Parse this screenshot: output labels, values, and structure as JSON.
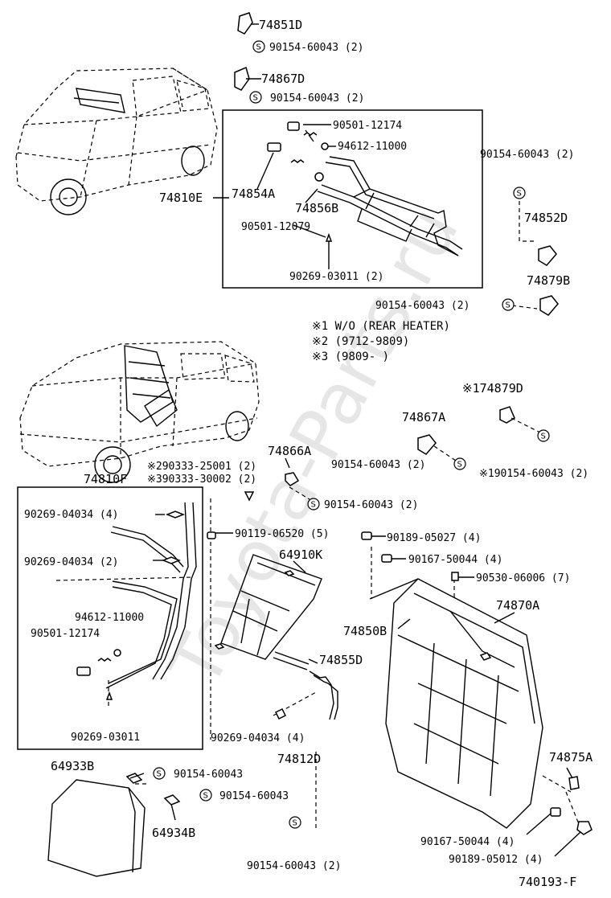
{
  "watermark": "Toyota-Parts.ru",
  "screw_symbol": "S",
  "footer_code": "740193-F",
  "notes": [
    "※1 W/O (REAR HEATER)",
    "※2 (9712-9809)",
    "※3 (9809-      )"
  ],
  "labels": {
    "p74851D": "74851D",
    "p90154_a": "90154-60043 (2)",
    "p74867D": "74867D",
    "p90154_b": "90154-60043 (2)",
    "p90501_a": "90501-12174",
    "p94612_a": "94612-11000",
    "p74854A": "74854A",
    "p74810E": "74810E",
    "p74856B": "74856B",
    "p90501_b": "90501-12079",
    "p90269_a": "90269-03011 (2)",
    "p90154_c": "90154-60043 (2)",
    "p74852D": "74852D",
    "p74879B": "74879B",
    "p90154_d": "90154-60043 (2)",
    "p74879D": "※174879D",
    "p74867A": "74867A",
    "p74866A": "74866A",
    "p90154_e": "90154-60043 (2)",
    "p90154_f": "※190154-60043 (2)",
    "p90333_a": "※290333-25001 (2)",
    "p90333_b": "※390333-30002 (2)",
    "p74810F": "74810F",
    "p90154_g": "90154-60043 (2)",
    "p90269_b": "90269-04034 (4)",
    "p90119": "90119-06520 (5)",
    "p90189_a": "90189-05027 (4)",
    "p90167_a": "90167-50044 (4)",
    "p90530": "90530-06006 (7)",
    "p64910K": "64910K",
    "p90269_c": "90269-04034 (2)",
    "p74850B": "74850B",
    "p74870A": "74870A",
    "p94612_b": "94612-11000",
    "p90501_c": "90501-12174",
    "p74855D": "74855D",
    "p90269_d": "90269-03011",
    "p90269_e": "90269-04034 (4)",
    "p74812D": "74812D",
    "p64933B": "64933B",
    "p90154_h": "90154-60043",
    "p90154_i": "90154-60043",
    "p64934B": "64934B",
    "p74875A": "74875A",
    "p90167_b": "90167-50044 (4)",
    "p90189_b": "90189-05012 (4)",
    "p90154_j": "90154-60043 (2)"
  }
}
